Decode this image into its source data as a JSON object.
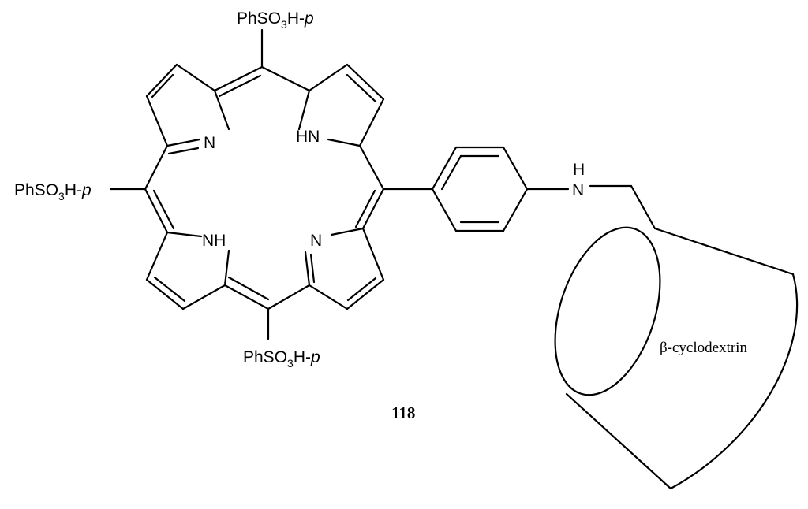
{
  "substituents": {
    "top": {
      "prefix": "PhSO",
      "sub": "3",
      "suffix": "H-",
      "italic": "p"
    },
    "left": {
      "prefix": "PhSO",
      "sub": "3",
      "suffix": "H-",
      "italic": "p"
    },
    "bottom": {
      "prefix": "PhSO",
      "sub": "3",
      "suffix": "H-",
      "italic": "p"
    }
  },
  "atoms": {
    "n_upper_left": "N",
    "nh_upper_right": "HN",
    "nh_lower_left": "NH",
    "n_lower_right": "N",
    "amine_h": "H",
    "amine_n": "N"
  },
  "cyclodextrin_label": "β-cyclodextrin",
  "compound_number": "118"
}
